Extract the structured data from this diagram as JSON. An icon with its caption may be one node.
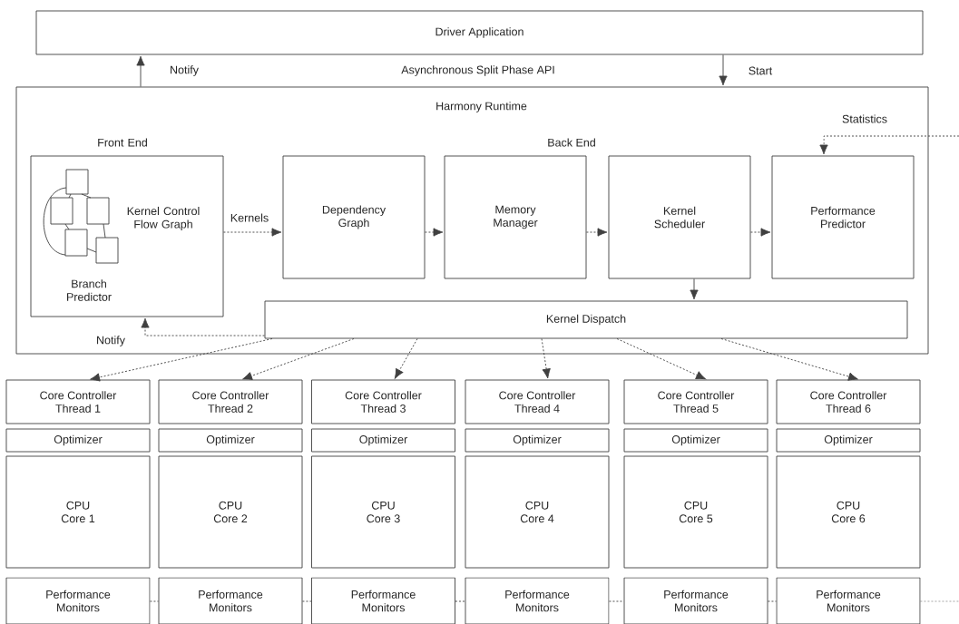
{
  "diagram": {
    "nodes": [
      {
        "text": [
          "Driver Application"
        ]
      },
      {
        "text": [
          "Harmony Runtime"
        ]
      },
      {
        "text": [
          "Front End",
          "Kernel Control Flow Graph",
          "Branch Predictor"
        ],
        "in": 1
      },
      {
        "text": [
          "Dependency Graph"
        ],
        "in": 1
      },
      {
        "text": [
          "Memory Manager"
        ],
        "in": 1
      },
      {
        "text": [
          "Kernel Scheduler"
        ],
        "in": 1
      },
      {
        "text": [
          "Performance Predictor"
        ],
        "in": 1
      },
      {
        "text": [
          "Kernel Dispatch"
        ],
        "in": 1
      },
      {
        "text": [
          "Core Controller Thread 1"
        ]
      },
      {
        "text": [
          "Core Controller Thread 2"
        ]
      },
      {
        "text": [
          "Core Controller Thread 3"
        ]
      },
      {
        "text": [
          "Core Controller Thread 4"
        ]
      },
      {
        "text": [
          "Core Controller Thread 5"
        ]
      },
      {
        "text": [
          "Core Controller Thread 6"
        ]
      },
      {
        "text": [
          "Optimizer"
        ]
      },
      {
        "text": [
          "Optimizer"
        ]
      },
      {
        "text": [
          "Optimizer"
        ]
      },
      {
        "text": [
          "Optimizer"
        ]
      },
      {
        "text": [
          "Optimizer"
        ]
      },
      {
        "text": [
          "Optimizer"
        ]
      },
      {
        "text": [
          "CPU Core 1"
        ]
      },
      {
        "text": [
          "CPU Core 2"
        ]
      },
      {
        "text": [
          "CPU Core 3"
        ]
      },
      {
        "text": [
          "CPU Core 4"
        ]
      },
      {
        "text": [
          "CPU Core 5"
        ]
      },
      {
        "text": [
          "CPU Core 6"
        ]
      },
      {
        "text": [
          "Performance Monitors"
        ]
      },
      {
        "text": [
          "Performance Monitors"
        ]
      },
      {
        "text": [
          "Performance Monitors"
        ]
      },
      {
        "text": [
          "Performance Monitors"
        ]
      },
      {
        "text": [
          "Performance Monitors"
        ]
      },
      {
        "text": [
          "Performance Monitors"
        ]
      }
    ],
    "edges": [
      {
        "from": 1,
        "to": 0,
        "arrow": "to",
        "label": "Notify"
      },
      {
        "from": 0,
        "to": 1,
        "arrow": "to",
        "label": "Start"
      },
      {
        "from": 2,
        "to": 3,
        "arrow": "to",
        "label": "Kernels",
        "style": "dashed"
      },
      {
        "from": 3,
        "to": 4,
        "arrow": "to",
        "style": "dashed"
      },
      {
        "from": 4,
        "to": 5,
        "arrow": "to",
        "style": "dashed"
      },
      {
        "from": 5,
        "to": 6,
        "arrow": "to",
        "style": "dashed"
      },
      {
        "from": 5,
        "to": 7,
        "arrow": "to"
      },
      {
        "from": 7,
        "to": 2,
        "arrow": "to",
        "label": "Notify",
        "style": "dashed"
      },
      {
        "from": null,
        "to": 6,
        "arrow": "to",
        "label": "Statistics",
        "style": "dashed"
      },
      {
        "from": 7,
        "to": 8,
        "arrow": "to",
        "style": "dashed"
      },
      {
        "from": 7,
        "to": 9,
        "arrow": "to",
        "style": "dashed"
      },
      {
        "from": 7,
        "to": 10,
        "arrow": "to",
        "style": "dashed"
      },
      {
        "from": 7,
        "to": 11,
        "arrow": "to",
        "style": "dashed"
      },
      {
        "from": 7,
        "to": 12,
        "arrow": "to",
        "style": "dashed"
      },
      {
        "from": 7,
        "to": 13,
        "arrow": "to",
        "style": "dashed"
      },
      {
        "from": 26,
        "to": 27,
        "arrow": "none",
        "style": "dashed"
      },
      {
        "from": 27,
        "to": 28,
        "arrow": "none",
        "style": "dashed"
      },
      {
        "from": 28,
        "to": 29,
        "arrow": "none",
        "style": "dashed"
      },
      {
        "from": 29,
        "to": 30,
        "arrow": "none",
        "style": "dashed"
      },
      {
        "from": 30,
        "to": 31,
        "arrow": "none",
        "style": "dashed"
      },
      {
        "from": 31,
        "to": null,
        "arrow": "none",
        "style": "dashed"
      }
    ],
    "labels": [
      "Asynchronous Split Phase API",
      "Back End"
    ]
  }
}
